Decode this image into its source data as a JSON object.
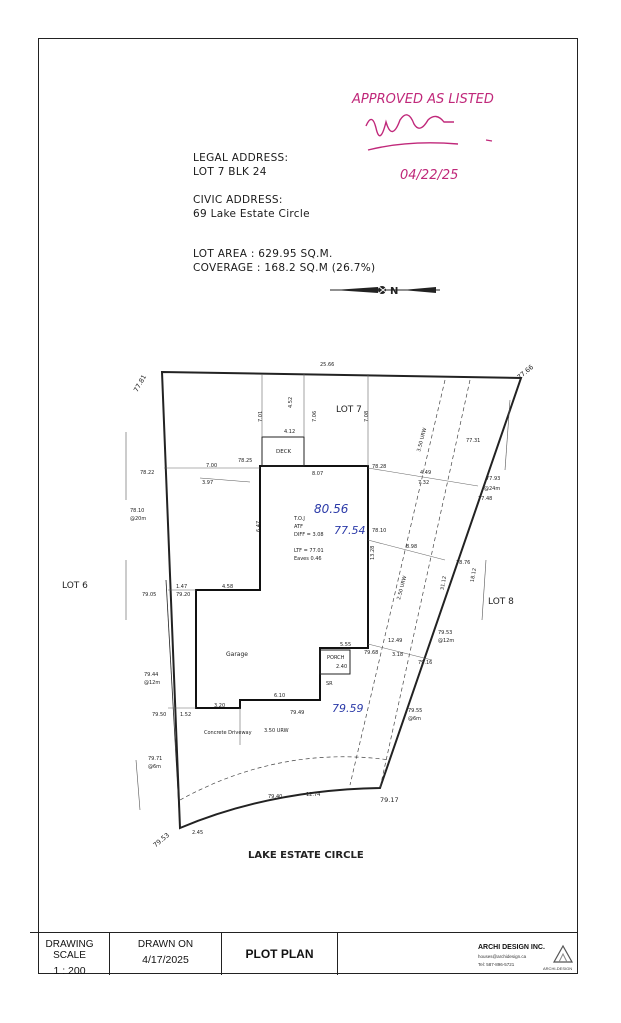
{
  "legal": {
    "heading": "LEGAL ADDRESS:",
    "lot": "LOT 7 BLK 24",
    "civic_heading": "CIVIC ADDRESS:",
    "civic": "69 Lake Estate Circle"
  },
  "stats": {
    "lot_area": "LOT AREA : 629.95 SQ.M.",
    "coverage": "COVERAGE : 168.2 SQ.M (26.7%)"
  },
  "approval": {
    "stamp": "APPROVED AS LISTED",
    "date": "04/22/25"
  },
  "plan": {
    "lot7": "LOT 7",
    "lot6": "LOT 6",
    "lot8": "LOT 8",
    "street": "LAKE ESTATE CIRCLE",
    "deck": "DECK",
    "garage": "Garage",
    "porch": "PORCH",
    "driveway": "Concrete Driveway",
    "row1": "3.50 URW",
    "row2": "2.50 URW",
    "row3": "3.50 URW",
    "toj": "T.O.J",
    "atf": "ATF",
    "diff": "DIFF = 3.08",
    "ltf": "LTF = 77.01",
    "eaves": "Eaves 0.46",
    "ink_toj": "80.56",
    "ink_atf": "77.54",
    "ink_porch": "79.59",
    "dims": {
      "top": "25.66",
      "bottom": "12.74",
      "left_bottom": "2.45",
      "c_tl": "77.81",
      "c_tr": "77.66",
      "c_bl": "79.53",
      "c_br": "79.17",
      "d412": "4.12",
      "d452": "4.52",
      "d701": "7.01",
      "d706": "7.06",
      "d708": "7.08",
      "d700": "7.00",
      "d807": "8.07",
      "d397": "3.97",
      "d732": "7.32",
      "d449": "4.49",
      "d898": "8.98",
      "d1328": "13.28",
      "d647": "6.47",
      "d147": "1.47",
      "d458": "4.58",
      "d555": "5.55",
      "d240": "2.40",
      "d1249": "12.49",
      "d318": "3.18",
      "d610": "6.10",
      "d320": "3.20",
      "d152": "1.52",
      "d1812": "18.12",
      "d3112": "31.12",
      "e7825": "78.25",
      "e7828": "78.28",
      "e7731": "77.31",
      "e7793": "77.93",
      "e7748": "77.48",
      "e7876": "78.76",
      "e7953": "79.53",
      "e7955": "79.55",
      "e7916": "79.16",
      "e7910": "78.10",
      "e7922": "78.22",
      "e7905": "79.05",
      "e7920": "79.20",
      "e7944": "79.44",
      "e7950": "79.50",
      "e7971": "79.71",
      "e7940": "79.40",
      "e7949": "79.49",
      "at12": "@12m",
      "at20": "@20m",
      "at24": "@24m",
      "at6": "@6m",
      "at6b": "@6m",
      "at12b": "@12m",
      "sr": "SR",
      "porch_elev": "79.68"
    }
  },
  "title_block": {
    "scale_label": "DRAWING SCALE",
    "scale": "1 : 200",
    "drawn_label": "DRAWN ON",
    "drawn": "4/17/2025",
    "title": "PLOT PLAN",
    "company": "ARCHI DESIGN INC.",
    "email": "houses@archidesign.ca",
    "phone": "Tel: 587-896-5721",
    "brand": "ARCHI-DESIGN"
  },
  "colors": {
    "ink_pink": "#c0287a",
    "ink_blue": "#2b3aa8",
    "line": "#222222"
  }
}
